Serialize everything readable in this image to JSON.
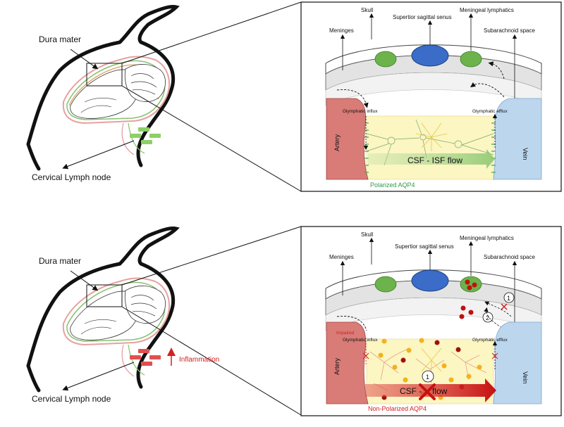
{
  "top_panel": {
    "left": {
      "dura_label": "Dura mater",
      "lymph_label": "Cervical Lymph node"
    },
    "right": {
      "skull": "Skull",
      "meninges": "Meninges",
      "sss": "Supertior sagittal senus",
      "meningeal_lymphatics": "Meningeal lymphatics",
      "subarachnoid": "Subarachnoid space",
      "influx": "Glymphatic influx",
      "efflux": "Glymphatic efflux",
      "artery": "Artery",
      "vein": "Vein",
      "flow": "CSF - ISF flow",
      "aqp4": "Polarized AQP4"
    }
  },
  "bottom_panel": {
    "left": {
      "dura_label": "Dura mater",
      "lymph_label": "Cervical Lymph node",
      "inflammation": "Inflammation"
    },
    "right": {
      "skull": "Skull",
      "meninges": "Meninges",
      "sss": "Supertior sagittal senus",
      "meningeal_lymphatics": "Meningeal lymphatics",
      "subarachnoid": "Subarachnoid space",
      "impaired": "Impaired",
      "influx": "Glymphatic influx",
      "efflux": "Glymphatic efflux",
      "artery": "Artery",
      "vein": "Vein",
      "flow_left": "CSF -",
      "flow_right": "flow",
      "aqp4": "Non-Polarized AQP4",
      "step1": "1",
      "step2": "2",
      "step1b": "1"
    }
  },
  "colors": {
    "artery": "#d97b77",
    "vein": "#bcd6ee",
    "parenchyma": "#fbf6c2",
    "sss": "#3a6cc8",
    "lymph_green": "#6bb34a",
    "red": "#d42020",
    "green_text": "#2e9a4a"
  }
}
